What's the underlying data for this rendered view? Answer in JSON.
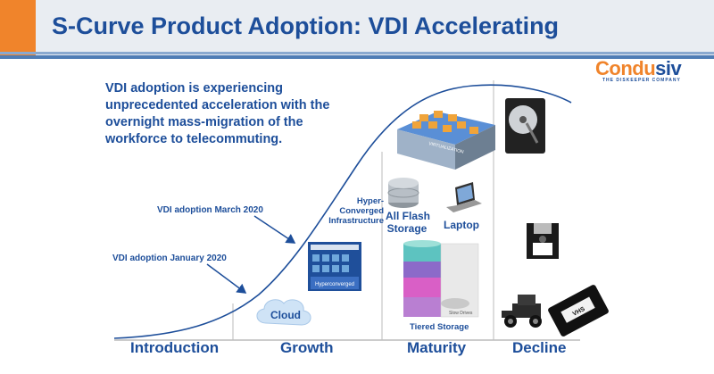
{
  "slide": {
    "title": "S-Curve Product Adoption: VDI Accelerating",
    "intro": "VDI adoption is experiencing unprecedented acceleration with the overnight mass-migration of the workforce to telecommuting."
  },
  "logo": {
    "part1": "Condu",
    "part2": "siv",
    "tagline": "THE DISKEEPER COMPANY"
  },
  "annotations": {
    "march": "VDI adoption March 2020",
    "january": "VDI adoption January 2020"
  },
  "items": {
    "hci_line1": "Hyper-",
    "hci_line2": "Converged",
    "hci_line3": "Infrastructure",
    "flash_line1": "All Flash",
    "flash_line2": "Storage",
    "laptop": "Laptop",
    "cloud": "Cloud",
    "tiered": "Tiered Storage",
    "virtualization": "VIRTUALIZATION",
    "hyperconverged_small": "Hyperconverged",
    "slow_drives": "Slow Drives"
  },
  "phases": [
    "Introduction",
    "Growth",
    "Maturity",
    "Decline"
  ],
  "colors": {
    "brand_blue": "#1d4e9a",
    "brand_orange": "#f0842b",
    "curve": "#1d4e9a"
  }
}
